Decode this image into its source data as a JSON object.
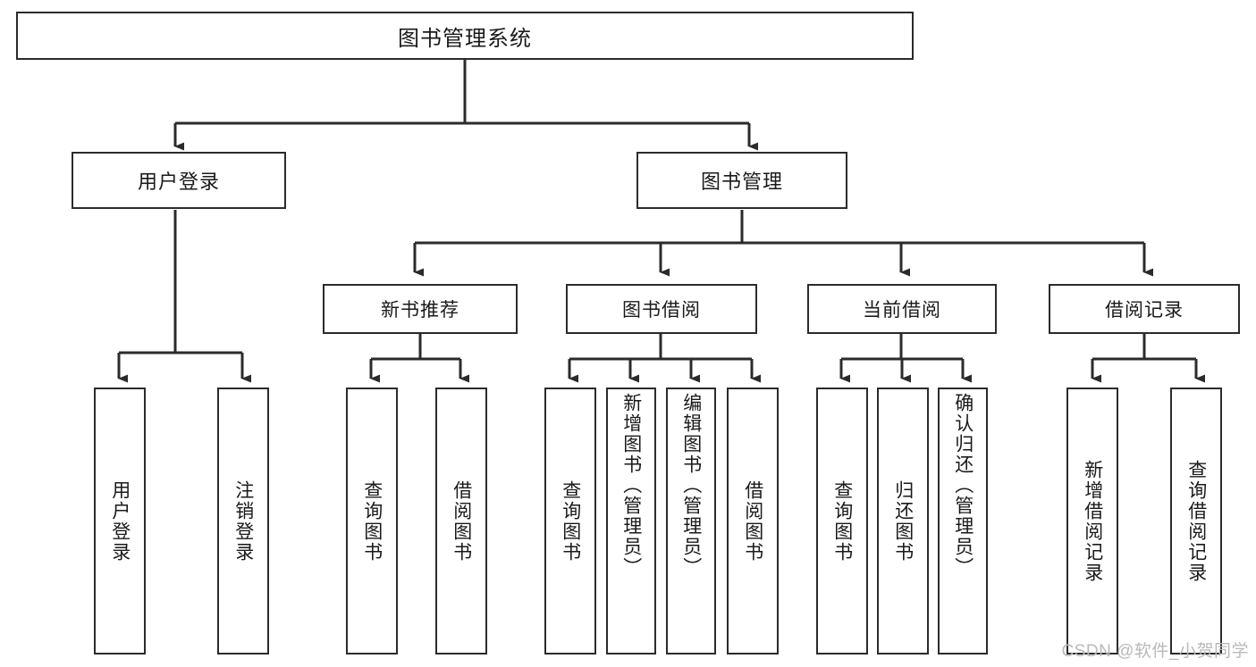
{
  "diagram": {
    "type": "tree-hierarchy",
    "title": "图书管理系统",
    "watermark": "CSDN @软件_小贺同学",
    "colors": {
      "background": "#ffffff",
      "stroke": "#2b2b2b",
      "text": "#1a1a1a",
      "watermark": "#b9b9b9"
    },
    "nodes": {
      "root": {
        "label": "图书管理系统"
      },
      "level1": [
        {
          "id": "user-login",
          "label": "用户登录"
        },
        {
          "id": "book-manage",
          "label": "图书管理"
        }
      ],
      "level2": [
        {
          "id": "new-book-rec",
          "label": "新书推荐"
        },
        {
          "id": "book-borrow",
          "label": "图书借阅"
        },
        {
          "id": "current-borrow",
          "label": "当前借阅"
        },
        {
          "id": "borrow-record",
          "label": "借阅记录"
        }
      ],
      "leaves": [
        {
          "id": "leaf-user-login",
          "parent": "user-login",
          "label": "用户登录"
        },
        {
          "id": "leaf-logout",
          "parent": "user-login",
          "label": "注销登录"
        },
        {
          "id": "leaf-query-book-1",
          "parent": "new-book-rec",
          "label": "查询图书"
        },
        {
          "id": "leaf-borrow-book-1",
          "parent": "new-book-rec",
          "label": "借阅图书"
        },
        {
          "id": "leaf-query-book-2",
          "parent": "book-borrow",
          "label": "查询图书"
        },
        {
          "id": "leaf-add-book",
          "parent": "book-borrow",
          "label": "新增图书（管理员）"
        },
        {
          "id": "leaf-edit-book",
          "parent": "book-borrow",
          "label": "编辑图书（管理员）"
        },
        {
          "id": "leaf-borrow-book-2",
          "parent": "book-borrow",
          "label": "借阅图书"
        },
        {
          "id": "leaf-query-book-3",
          "parent": "current-borrow",
          "label": "查询图书"
        },
        {
          "id": "leaf-return-book",
          "parent": "current-borrow",
          "label": "归还图书"
        },
        {
          "id": "leaf-confirm-return",
          "parent": "current-borrow",
          "label": "确认归还（管理员）"
        },
        {
          "id": "leaf-add-record",
          "parent": "borrow-record",
          "label": "新增借阅记录"
        },
        {
          "id": "leaf-query-record",
          "parent": "borrow-record",
          "label": "查询借阅记录"
        }
      ]
    }
  }
}
